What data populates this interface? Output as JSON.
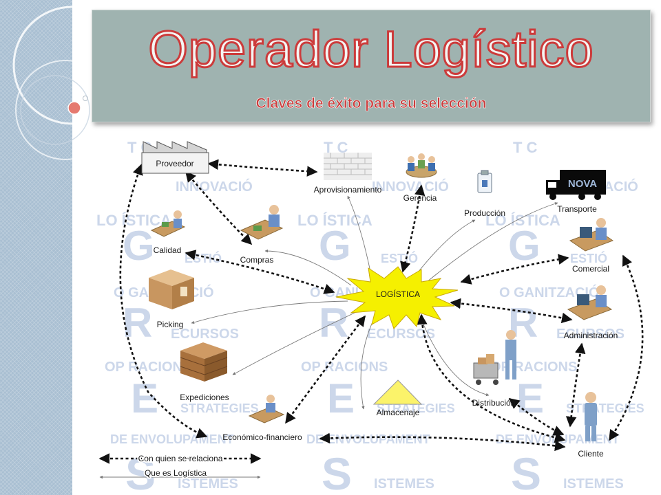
{
  "title": "Operador Logístico",
  "subtitle": "Claves de éxito para su selección",
  "center": "LOGÍSTICA",
  "nodes": {
    "proveedor": "Proveedor",
    "aprovisionamiento": "Aprovisionamiento",
    "gerencia": "Gerencia",
    "produccion": "Producción",
    "transporte": "Transporte",
    "truck_text": "NOVA",
    "calidad": "Calidad",
    "compras": "Compras",
    "comercial": "Comercial",
    "picking": "Picking",
    "administracion": "Administración",
    "expediciones": "Expediciones",
    "distribucion": "Distribución",
    "almacenaje": "Almacenaje",
    "economico": "Económico-financiero",
    "cliente": "Cliente"
  },
  "legend": {
    "dashed": "Con quien se relaciona",
    "thin": "Que es Logística"
  },
  "watermark": {
    "lines": [
      "T C",
      "INNOVACIÓ",
      "LO ÍSTICA",
      "G",
      "ESTIÓ",
      "O GANITZACIÓ",
      "R",
      "ECURSOS",
      "OP RACIONS",
      "E",
      "STRATEGIES",
      "DE ENVOLUPAMENT",
      "S",
      "ISTEMES"
    ]
  },
  "colors": {
    "title_stroke": "#cc3b3b",
    "title_box": "#9fb3b0",
    "star": "#f5f000",
    "left_band": "#a9bfd2"
  }
}
